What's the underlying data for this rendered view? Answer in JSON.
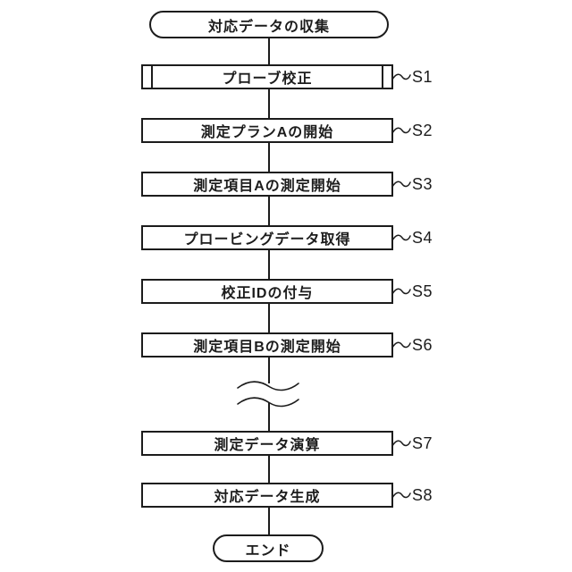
{
  "diagram": {
    "kind": "flowchart",
    "start": {
      "label": "対応データの収集"
    },
    "end": {
      "label": "エンド"
    },
    "steps": [
      {
        "id": "S1",
        "label": "プローブ校正",
        "shape": "predefined-process"
      },
      {
        "id": "S2",
        "label": "測定プランAの開始",
        "shape": "process"
      },
      {
        "id": "S3",
        "label": "測定項目Aの測定開始",
        "shape": "process"
      },
      {
        "id": "S4",
        "label": "プロービングデータ取得",
        "shape": "process"
      },
      {
        "id": "S5",
        "label": "校正IDの付与",
        "shape": "process"
      },
      {
        "id": "S6",
        "label": "測定項目Bの測定開始",
        "shape": "process"
      },
      {
        "id": "S7",
        "label": "測定データ演算",
        "shape": "process"
      },
      {
        "id": "S8",
        "label": "対応データ生成",
        "shape": "process"
      }
    ],
    "break_symbol": "wavy-line-break",
    "colors": {
      "stroke": "#1c1c1c",
      "background": "#ffffff",
      "text": "#1c1c1c"
    }
  }
}
